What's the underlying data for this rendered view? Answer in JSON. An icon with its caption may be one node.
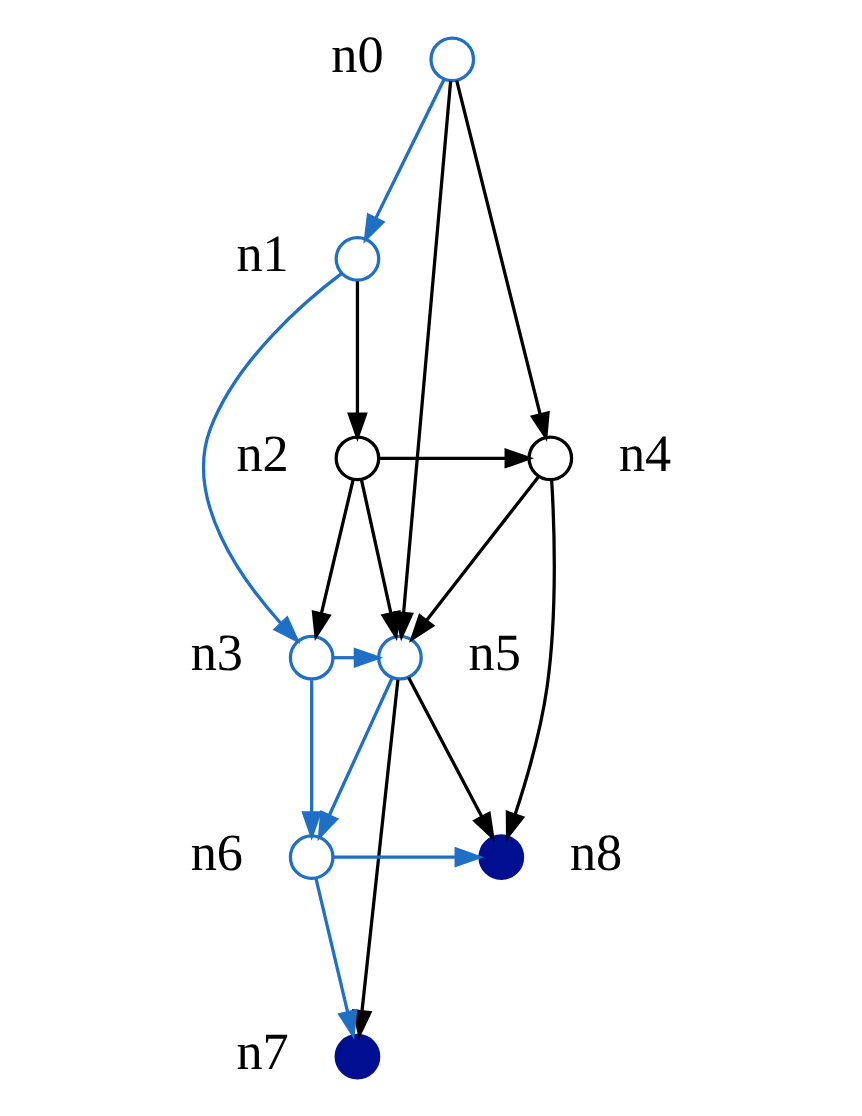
{
  "diagram": {
    "nodes": [
      {
        "text": [],
        "shape": "circle",
        "beside": [
          "n0"
        ]
      },
      {
        "text": [],
        "shape": "circle",
        "beside": [
          "n1"
        ]
      },
      {
        "text": [],
        "shape": "circle",
        "beside": [
          "n2"
        ]
      },
      {
        "text": [],
        "shape": "circle",
        "beside": [
          "n3"
        ]
      },
      {
        "text": [],
        "shape": "circle",
        "beside": [
          "n4"
        ]
      },
      {
        "text": [],
        "shape": "circle",
        "beside": [
          "n5"
        ]
      },
      {
        "text": [],
        "shape": "circle",
        "beside": [
          "n6"
        ]
      },
      {
        "text": [],
        "shape": "circle",
        "beside": [
          "n7"
        ]
      },
      {
        "text": [],
        "shape": "circle",
        "beside": [
          "n8"
        ]
      }
    ],
    "edges": [
      {
        "from": 0,
        "to": 1,
        "arrow": "to",
        "color": "#1f6fc5"
      },
      {
        "from": 0,
        "to": 5,
        "arrow": "to"
      },
      {
        "from": 0,
        "to": 4,
        "arrow": "to"
      },
      {
        "from": 1,
        "to": 2,
        "arrow": "to"
      },
      {
        "from": 1,
        "to": 3,
        "arrow": "to",
        "color": "#1f6fc5"
      },
      {
        "from": 2,
        "to": 4,
        "arrow": "to"
      },
      {
        "from": 2,
        "to": 3,
        "arrow": "to"
      },
      {
        "from": 2,
        "to": 5,
        "arrow": "to"
      },
      {
        "from": 4,
        "to": 5,
        "arrow": "to"
      },
      {
        "from": 4,
        "to": 8,
        "arrow": "to"
      },
      {
        "from": 3,
        "to": 5,
        "arrow": "to",
        "color": "#1f6fc5"
      },
      {
        "from": 3,
        "to": 6,
        "arrow": "to",
        "color": "#1f6fc5"
      },
      {
        "from": 5,
        "to": 6,
        "arrow": "to",
        "color": "#1f6fc5"
      },
      {
        "from": 5,
        "to": 7,
        "arrow": "to"
      },
      {
        "from": 5,
        "to": 8,
        "arrow": "to"
      },
      {
        "from": 6,
        "to": 8,
        "arrow": "to",
        "color": "#1f6fc5"
      },
      {
        "from": 6,
        "to": 7,
        "arrow": "to",
        "color": "#1f6fc5"
      }
    ]
  }
}
